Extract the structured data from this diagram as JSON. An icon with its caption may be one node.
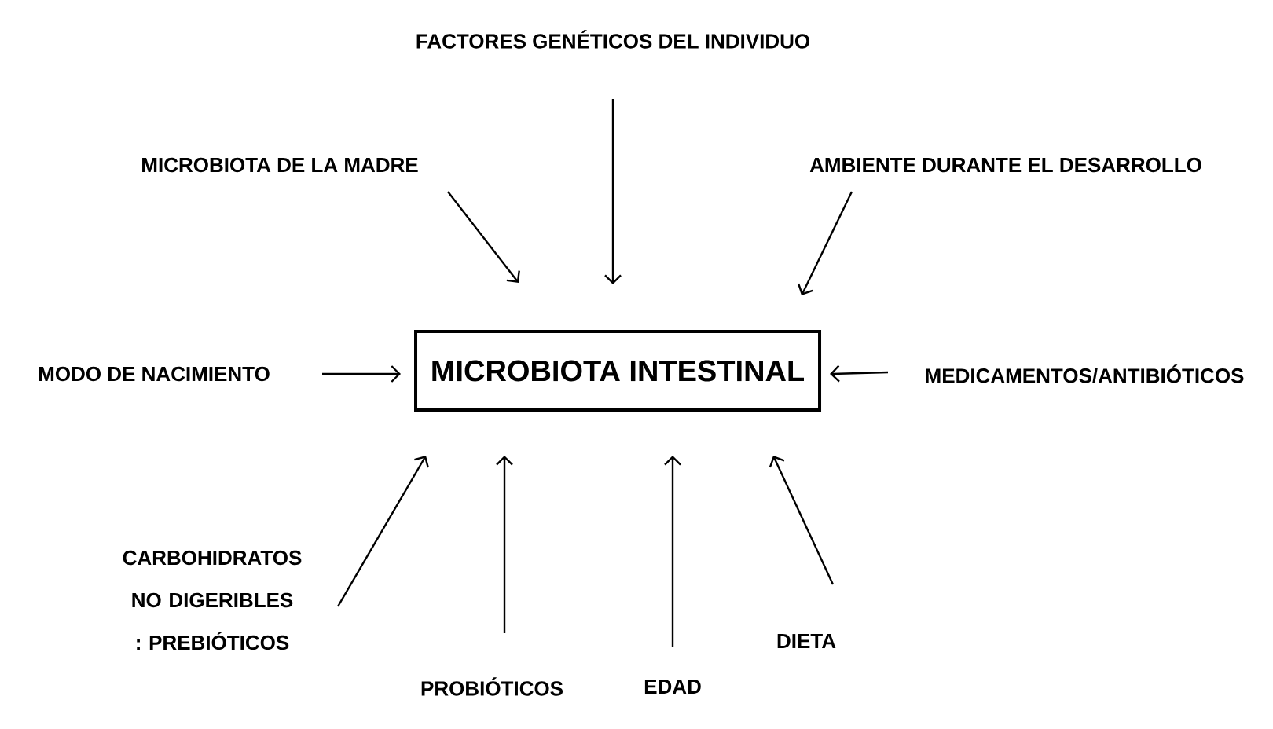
{
  "diagram": {
    "nodes": [
      {
        "text": [
          "FACTORES GENÉTICOS DEL INDIVIDUO"
        ]
      },
      {
        "text": [
          "MICROBIOTA DE LA MADRE"
        ]
      },
      {
        "text": [
          "AMBIENTE DURANTE EL DESARROLLO"
        ]
      },
      {
        "text": [
          "MODO DE NACIMIENTO"
        ]
      },
      {
        "text": [
          "MICROBIOTA INTESTINAL"
        ]
      },
      {
        "text": [
          "MEDICAMENTOS/ANTIBIÓTICOS"
        ]
      },
      {
        "text": [
          "CARBOHIDRATOS NO DIGERIBLES : PREBIÓTICOS"
        ]
      },
      {
        "text": [
          "DIETA"
        ]
      },
      {
        "text": [
          "PROBIÓTICOS"
        ]
      },
      {
        "text": [
          "EDAD"
        ]
      }
    ],
    "edges": [
      {
        "from": 0,
        "to": 4,
        "arrow": "to"
      },
      {
        "from": 1,
        "to": 4,
        "arrow": "to"
      },
      {
        "from": 2,
        "to": 4,
        "arrow": "to"
      },
      {
        "from": 3,
        "to": 4,
        "arrow": "to"
      },
      {
        "from": 5,
        "to": 4,
        "arrow": "to"
      },
      {
        "from": 6,
        "to": 4,
        "arrow": "to"
      },
      {
        "from": 8,
        "to": 4,
        "arrow": "to"
      },
      {
        "from": 9,
        "to": 4,
        "arrow": "to"
      },
      {
        "from": 7,
        "to": 4,
        "arrow": "to"
      }
    ]
  }
}
